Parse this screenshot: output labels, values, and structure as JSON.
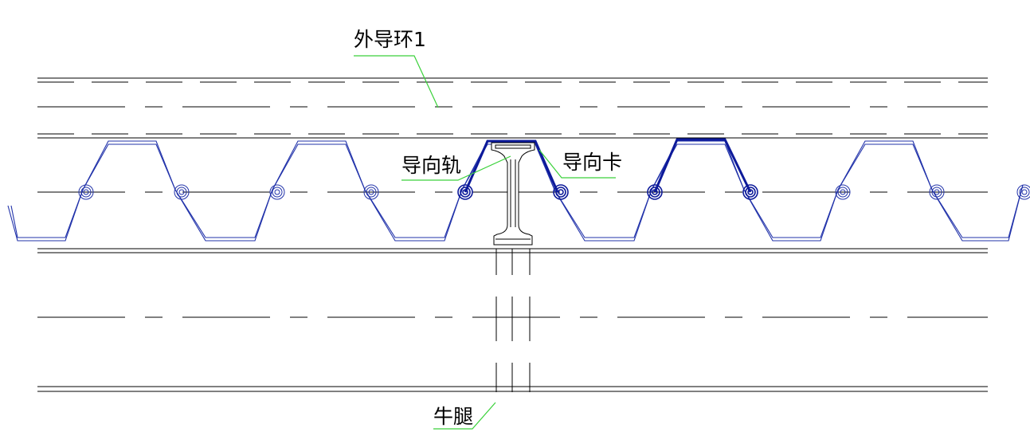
{
  "labels": {
    "outer_ring": "外导环1",
    "guide_rail": "导向轨",
    "guide_clip": "导向卡",
    "bracket": "牛腿"
  },
  "colors": {
    "background": "#ffffff",
    "linework": "#000000",
    "sheet_pile": "#2233aa",
    "sheet_pile_highlight": "#0d1a9a",
    "leader": "#3ad13a"
  },
  "sheet_pile_count": 10
}
